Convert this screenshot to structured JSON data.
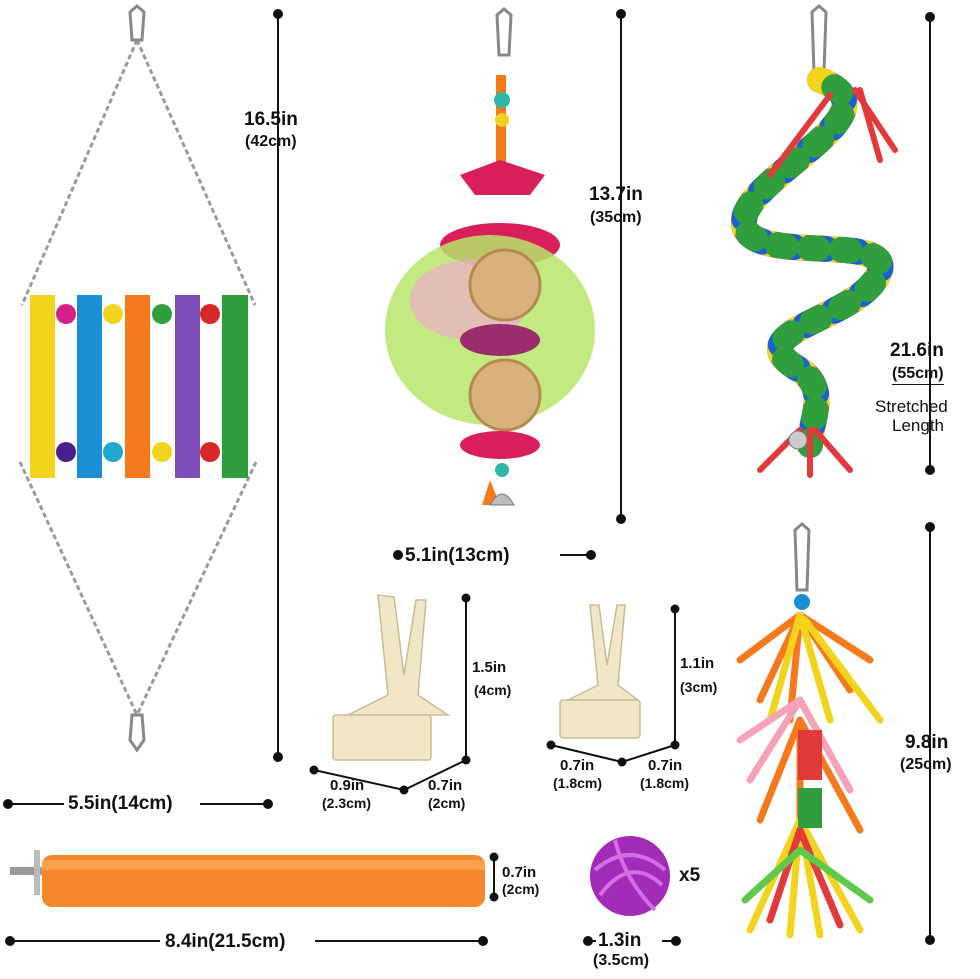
{
  "colors": {
    "dimension_line": "#111111",
    "perch": "#f5892a",
    "ball": "#a22bb8",
    "ladder": [
      "#f2d41e",
      "#1b8fd6",
      "#f47a1c",
      "#7d4fb8",
      "#2f9e3c"
    ]
  },
  "ladder": {
    "height": "16.5in",
    "height_cm": "(42cm)",
    "width": "5.5in(14cm)"
  },
  "shredder_toy": {
    "height": "13.7in",
    "height_cm": "(35cm)",
    "width": "5.1in(13cm)"
  },
  "rope_perch": {
    "length": "21.6in",
    "length_cm": "(55cm)",
    "note_1": "Stretched",
    "note_2": "Length"
  },
  "stand_large": {
    "height": "1.5in",
    "height_cm": "(4cm)",
    "width": "0.9in",
    "width_cm": "(2.3cm)",
    "depth": "0.7in",
    "depth_cm": "(2cm)"
  },
  "stand_small": {
    "height": "1.1in",
    "height_cm": "(3cm)",
    "width": "0.7in",
    "width_cm": "(1.8cm)",
    "depth": "0.7in",
    "depth_cm": "(1.8cm)"
  },
  "cotton_toy": {
    "height": "9.8in",
    "height_cm": "(25cm)"
  },
  "sand_perch": {
    "length": "8.4in(21.5cm)",
    "diameter": "0.7in",
    "diameter_cm": "(2cm)"
  },
  "rattan_ball": {
    "quantity": "x5",
    "diameter": "1.3in",
    "diameter_cm": "(3.5cm)"
  }
}
